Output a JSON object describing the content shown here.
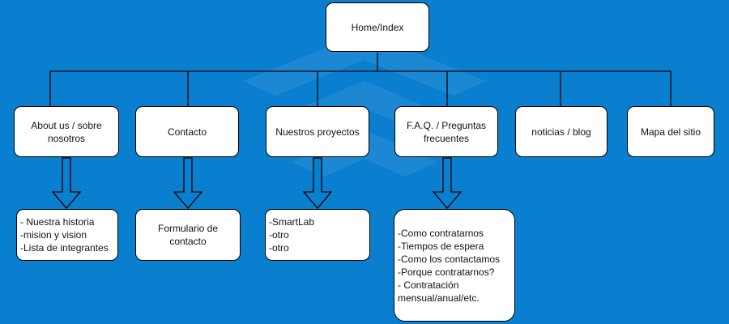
{
  "colors": {
    "background": "#0a7fd0",
    "node_fill": "#ffffff",
    "stroke": "#000000"
  },
  "root": {
    "label": "Home/Index"
  },
  "sections": [
    {
      "id": "about",
      "label": "About us / sobre\nnosotros"
    },
    {
      "id": "contacto",
      "label": "Contacto"
    },
    {
      "id": "proyectos",
      "label": "Nuestros proyectos"
    },
    {
      "id": "faq",
      "label": "F.A.Q. / Preguntas\nfrecuentes"
    },
    {
      "id": "blog",
      "label": "noticias / blog"
    },
    {
      "id": "mapa",
      "label": "Mapa del sitio"
    }
  ],
  "details": [
    {
      "id": "about",
      "text": "- Nuestra historia\n-mision y vision\n-Lista de integrantes"
    },
    {
      "id": "contacto",
      "text": "Formulario de\ncontacto"
    },
    {
      "id": "proyectos",
      "text": "-SmartLab\n-otro\n-otro"
    },
    {
      "id": "faq",
      "text": "-Como contratarnos\n-Tiempos de espera\n-Como los contactamos\n-Porque contratarnos?\n- Contratación\nmensual/anual/etc."
    }
  ]
}
